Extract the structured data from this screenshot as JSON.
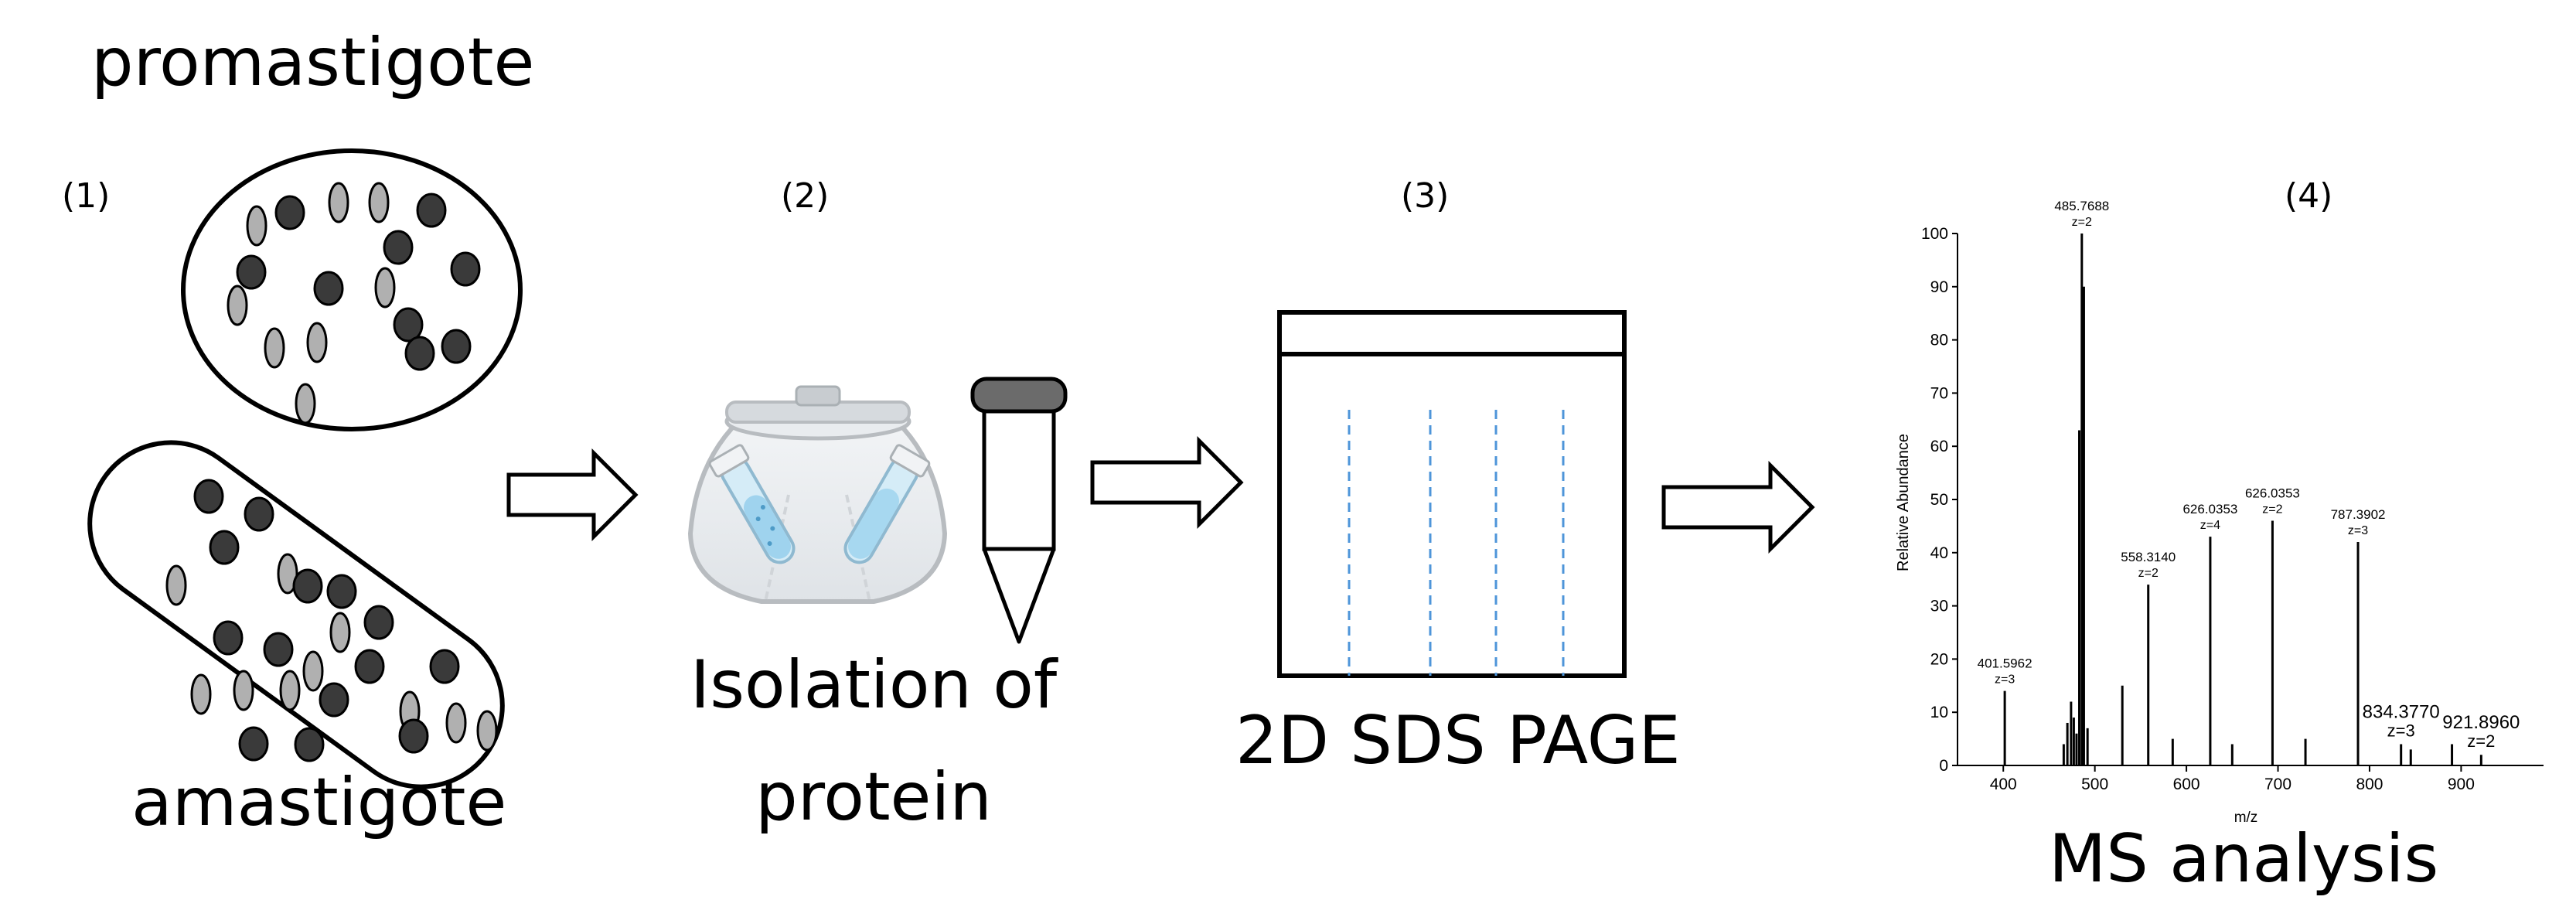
{
  "labels": {
    "promastigote": "promastigote",
    "amastigote": "amastigote",
    "isolation_line1": "Isolation of",
    "isolation_line2": "protein",
    "sds_page": "2D SDS PAGE",
    "ms_analysis": "MS analysis"
  },
  "steps": [
    "(1)",
    "(2)",
    "(3)",
    "(4)"
  ],
  "chart_data": {
    "type": "bar",
    "xlabel": "m/z",
    "ylabel": "Relative Abundance",
    "xlim": [
      350,
      990
    ],
    "ylim": [
      0,
      100
    ],
    "xticks": [
      400,
      500,
      600,
      700,
      800,
      900
    ],
    "yticks": [
      0,
      10,
      20,
      30,
      40,
      50,
      60,
      70,
      80,
      90,
      100
    ],
    "peaks": [
      {
        "mz": 401.5962,
        "intensity": 14
      },
      {
        "mz": 466,
        "intensity": 4
      },
      {
        "mz": 470,
        "intensity": 8
      },
      {
        "mz": 474,
        "intensity": 12
      },
      {
        "mz": 477,
        "intensity": 9
      },
      {
        "mz": 480,
        "intensity": 6
      },
      {
        "mz": 483,
        "intensity": 63
      },
      {
        "mz": 485.7688,
        "intensity": 100
      },
      {
        "mz": 488,
        "intensity": 90
      },
      {
        "mz": 492,
        "intensity": 7
      },
      {
        "mz": 530,
        "intensity": 15
      },
      {
        "mz": 558.314,
        "intensity": 34
      },
      {
        "mz": 585,
        "intensity": 5
      },
      {
        "mz": 626.0353,
        "intensity": 43
      },
      {
        "mz": 650,
        "intensity": 4
      },
      {
        "mz": 694,
        "intensity": 46
      },
      {
        "mz": 730,
        "intensity": 5
      },
      {
        "mz": 787.3902,
        "intensity": 42
      },
      {
        "mz": 834.377,
        "intensity": 4
      },
      {
        "mz": 845,
        "intensity": 3
      },
      {
        "mz": 890,
        "intensity": 4
      },
      {
        "mz": 921.896,
        "intensity": 2
      }
    ],
    "annotations": [
      {
        "mz": 401.5962,
        "intensity": 14,
        "mass": "401.5962",
        "charge": "z=3"
      },
      {
        "mz": 485.7688,
        "intensity": 100,
        "mass": "485.7688",
        "charge": "z=2"
      },
      {
        "mz": 558.314,
        "intensity": 34,
        "mass": "558.3140",
        "charge": "z=2"
      },
      {
        "mz": 626.0353,
        "intensity": 43,
        "mass": "626.0353",
        "charge": "z=4"
      },
      {
        "mz": 694,
        "intensity": 46,
        "mass": "626.0353",
        "charge": "z=2"
      },
      {
        "mz": 787.3902,
        "intensity": 42,
        "mass": "787.3902",
        "charge": "z=3"
      },
      {
        "mz": 834.377,
        "intensity": 4,
        "mass": "834.3770",
        "charge": "z=3"
      },
      {
        "mz": 921.896,
        "intensity": 2,
        "mass": "921.8960",
        "charge": "z=2"
      }
    ]
  }
}
